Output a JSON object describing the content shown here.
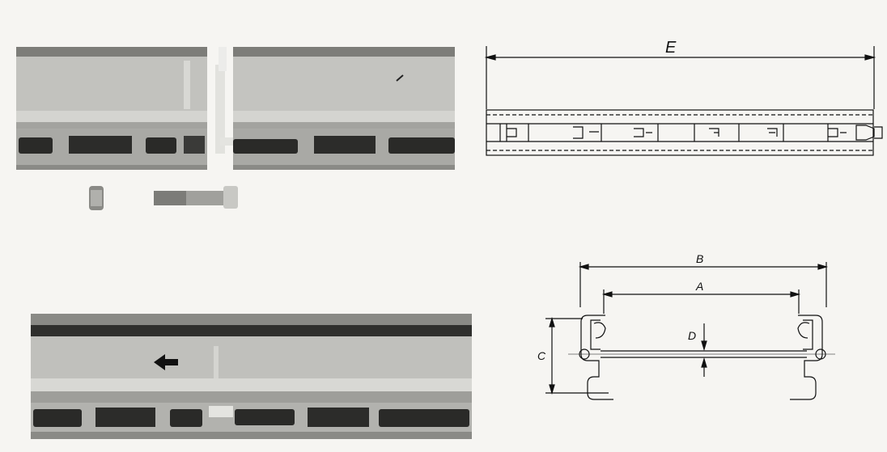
{
  "figure": {
    "photos": [
      {
        "name": "photo-top-left-disassembled"
      },
      {
        "name": "photo-bottom-left-assembled"
      }
    ],
    "drawings": {
      "top_view": {
        "dimension_labels": {
          "E": "E"
        }
      },
      "cross_section": {
        "dimension_labels": {
          "A": "A",
          "B": "B",
          "C": "C",
          "D": "D"
        }
      }
    }
  }
}
